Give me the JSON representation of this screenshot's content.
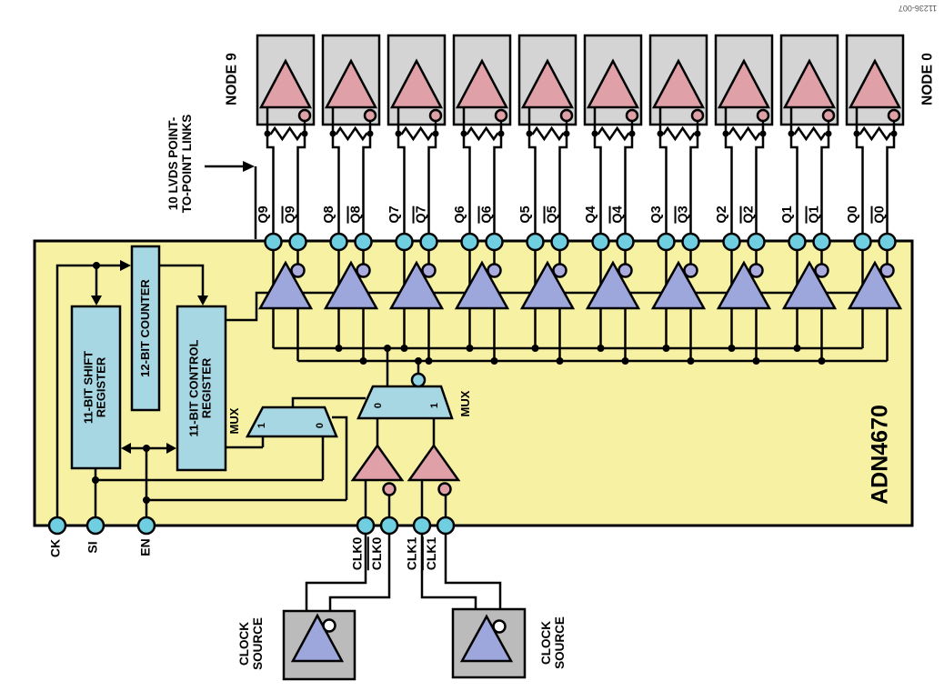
{
  "figure_id": "11236-007",
  "note": {
    "line1": "10 LVDS POINT-",
    "line2": "TO-POINT LINKS"
  },
  "node_labels": {
    "left": "NODE 9",
    "right": "NODE 0"
  },
  "chip": {
    "name": "ADN4670",
    "shift_register": "11-BIT SHIFT\nREGISTER",
    "counter": "12-BIT COUNTER",
    "control_register": "11-BIT CONTROL\nREGISTER",
    "mux_small": {
      "label": "MUX",
      "in1": "1",
      "in0": "0"
    },
    "mux_big": {
      "label": "MUX",
      "in0": "0",
      "in1": "1"
    },
    "pins": {
      "ck": "CK",
      "si": "SI",
      "en": "EN",
      "clk0": "CLK0",
      "clk0b": "CLK0",
      "clk1": "CLK1",
      "clk1b": "CLK1"
    }
  },
  "channels": [
    {
      "q": "Q9",
      "qb": "Q9"
    },
    {
      "q": "Q8",
      "qb": "Q8"
    },
    {
      "q": "Q7",
      "qb": "Q7"
    },
    {
      "q": "Q6",
      "qb": "Q6"
    },
    {
      "q": "Q5",
      "qb": "Q5"
    },
    {
      "q": "Q4",
      "qb": "Q4"
    },
    {
      "q": "Q3",
      "qb": "Q3"
    },
    {
      "q": "Q2",
      "qb": "Q2"
    },
    {
      "q": "Q1",
      "qb": "Q1"
    },
    {
      "q": "Q0",
      "qb": "Q0"
    }
  ],
  "clock_sources": [
    {
      "line1": "CLOCK",
      "line2": "SOURCE"
    },
    {
      "line1": "CLOCK",
      "line2": "SOURCE"
    }
  ],
  "colors": {
    "chip_fill": "#F7F1A3",
    "cyan_block": "#A6D7E3",
    "terminal": "#6FCEDF",
    "select_bubble": "#8FD3E2",
    "node_box": "#D4D4D4",
    "clock_source_box": "#BBBBBB",
    "receiver_pink": "#DFA1A7",
    "driver_blue": "#9DA7DB",
    "driver_bubble": "#ABACDE",
    "source_bubble": "#FFFFFF",
    "line": "#000000"
  }
}
